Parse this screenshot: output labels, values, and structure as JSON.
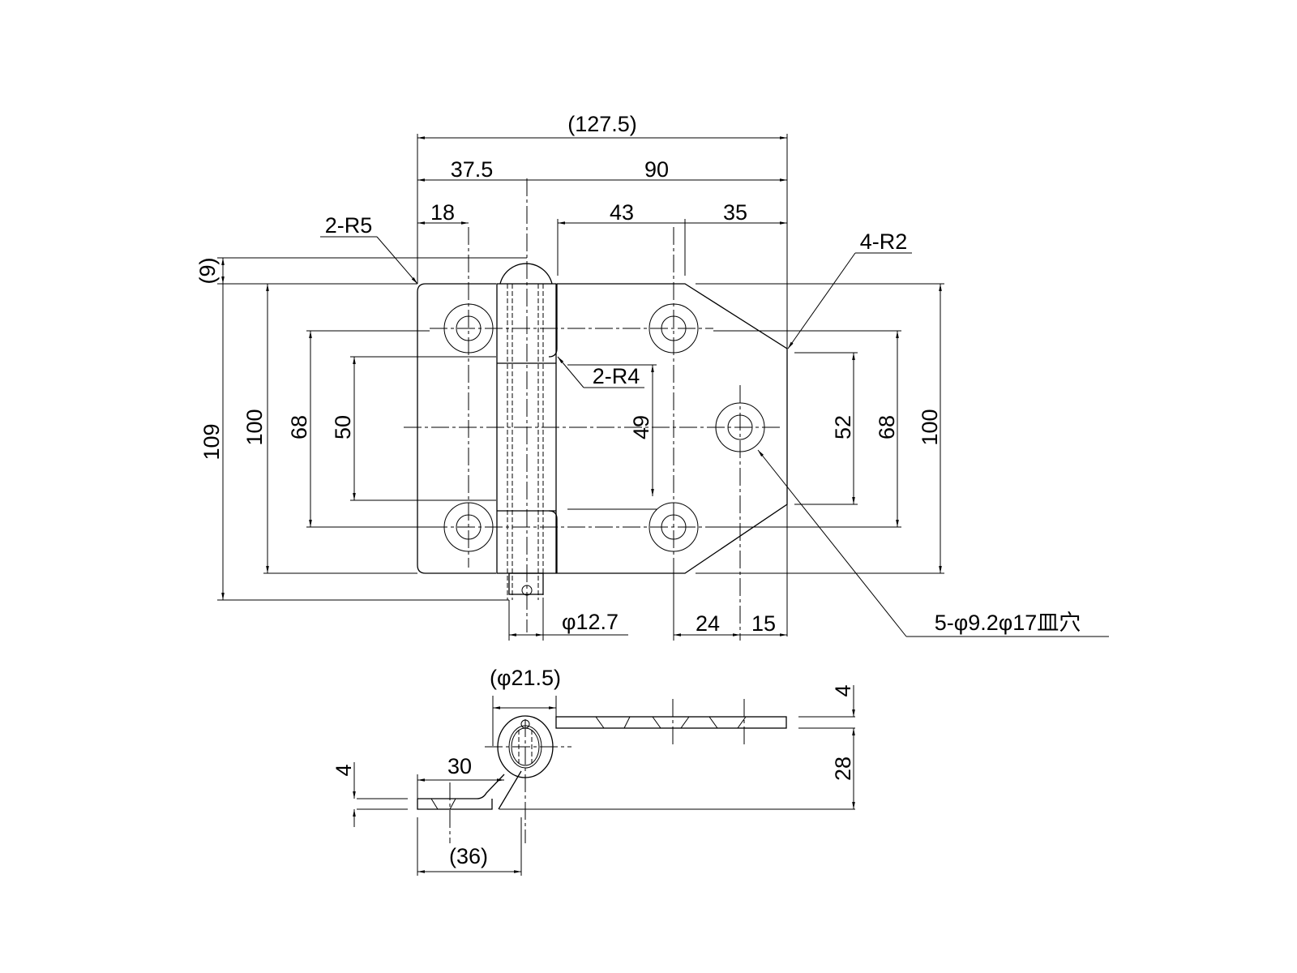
{
  "top_view": {
    "overall_width": "(127.5)",
    "left_leaf_width": "37.5",
    "right_leaf_width": "90",
    "left_hole_offset": "18",
    "right_hole_spacing": "43",
    "right_hole_edge": "35",
    "left_corner_radius": "2-R5",
    "right_corner_radius": "4-R2",
    "knuckle_notch_radius": "2-R4",
    "dome_height": "(9)",
    "total_height": "109",
    "left_leaf_height": "100",
    "left_hole_spacing": "68",
    "middle_knuckle_left": "50",
    "middle_knuckle_right": "49",
    "right_edge_height": "52",
    "right_hole_vertical": "68",
    "right_leaf_height": "100",
    "pin_diameter": "φ12.7",
    "center_hole_offset": "24",
    "center_hole_edge": "15",
    "hole_spec": "5-φ9.2φ17皿穴"
  },
  "side_view": {
    "knuckle_diameter": "(φ21.5)",
    "top_thickness": "4",
    "offset_height": "28",
    "left_thickness": "4",
    "bottom_flat": "30",
    "bottom_total": "(36)"
  }
}
